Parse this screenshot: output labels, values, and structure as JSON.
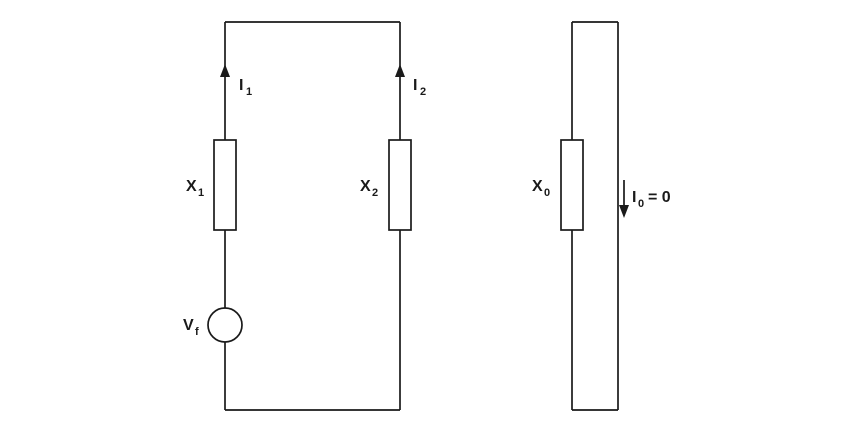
{
  "diagram": {
    "type": "circuit-diagram",
    "description": "Two-branch reactance circuit with voltage source, and separate zero-sequence loop",
    "colors": {
      "line": "#1a1a1a",
      "background": "#ffffff"
    },
    "labels": {
      "i1": {
        "base": "I",
        "sub": "1"
      },
      "i2": {
        "base": "I",
        "sub": "2"
      },
      "x1": {
        "base": "X",
        "sub": "1"
      },
      "x2": {
        "base": "X",
        "sub": "2"
      },
      "vf": {
        "base": "V",
        "sub": "f"
      },
      "x0": {
        "base": "X",
        "sub": "0"
      },
      "i0": {
        "base": "I",
        "sub": "0",
        "eq": "= 0"
      }
    }
  }
}
